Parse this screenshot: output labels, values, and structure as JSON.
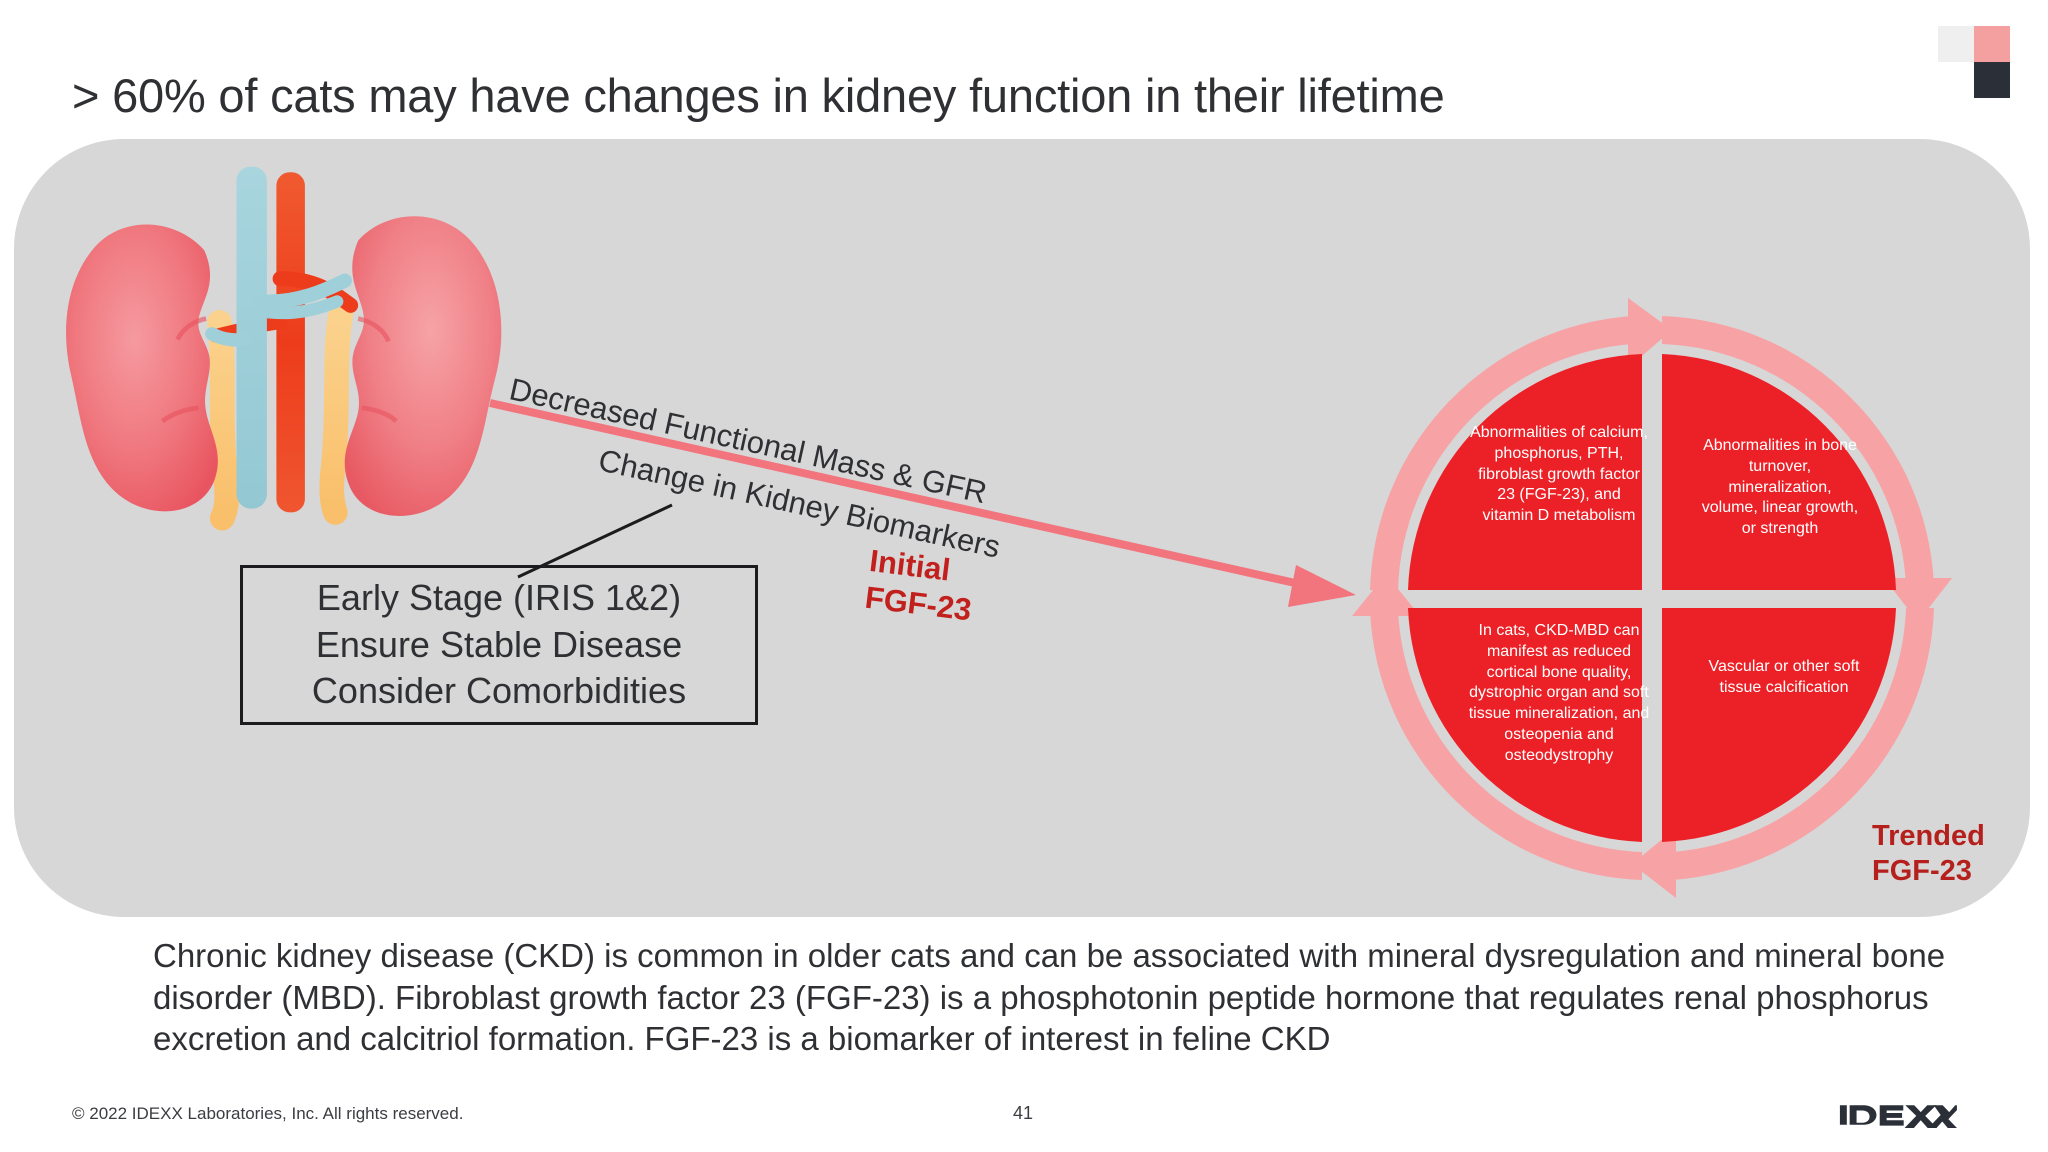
{
  "title": "> 60% of cats may have changes in kidney function in their lifetime",
  "decorative_blocks": {
    "light": "#efefef",
    "pink": "#f5a0a0",
    "dark": "#2b3038"
  },
  "illustration": {
    "name": "kidney-anatomy-watercolor",
    "kidney_color": "#ef6b72",
    "vein_color": "#9fd0da",
    "artery_color": "#ee4826",
    "ureter_color": "#f9c677"
  },
  "flow": {
    "arrow_color": "#f2747d",
    "label_top": "Decreased Functional Mass & GFR",
    "label_bottom": "Change in Kidney Biomarkers",
    "initial_marker_line1": "Initial",
    "initial_marker_line2": "FGF-23",
    "initial_marker_color": "#c2201c"
  },
  "early_stage_box": {
    "line1": "Early Stage (IRIS 1&2)",
    "line2": "Ensure Stable Disease",
    "line3": "Consider Comorbidities",
    "border_color": "#1c1c1e"
  },
  "cycle": {
    "quadrant_fill": "#ec2127",
    "arrow_fill": "#f7a3a6",
    "quadrants": [
      {
        "position": "top-left",
        "text": "Abnormalities of calcium, phosphorus, PTH, fibroblast growth factor 23 (FGF-23), and vitamin D metabolism"
      },
      {
        "position": "top-right",
        "text": "Abnormalities in bone turnover, mineralization, volume, linear growth, or strength"
      },
      {
        "position": "bottom-left",
        "text": "In cats, CKD-MBD can manifest as reduced cortical bone quality, dystrophic organ and soft tissue mineralization, and osteopenia and osteodystrophy"
      },
      {
        "position": "bottom-right",
        "text": "Vascular or other soft tissue calcification"
      }
    ],
    "trended_marker_line1": "Trended",
    "trended_marker_line2": "FGF-23",
    "trended_marker_color": "#b5201c"
  },
  "caption": "Chronic kidney disease (CKD) is common in older cats and can be associated with mineral dysregulation and mineral bone disorder (MBD). Fibroblast growth factor 23 (FGF-23) is a phosphotonin peptide hormone that regulates renal phosphorus excretion and calcitriol formation. FGF-23 is a biomarker of interest in feline CKD",
  "footer": {
    "copyright": "© 2022 IDEXX Laboratories, Inc. All rights reserved.",
    "page_number": "41",
    "logo_text": "IDEXX",
    "logo_color": "#2b3038"
  },
  "panel": {
    "background": "#d7d7d7"
  }
}
